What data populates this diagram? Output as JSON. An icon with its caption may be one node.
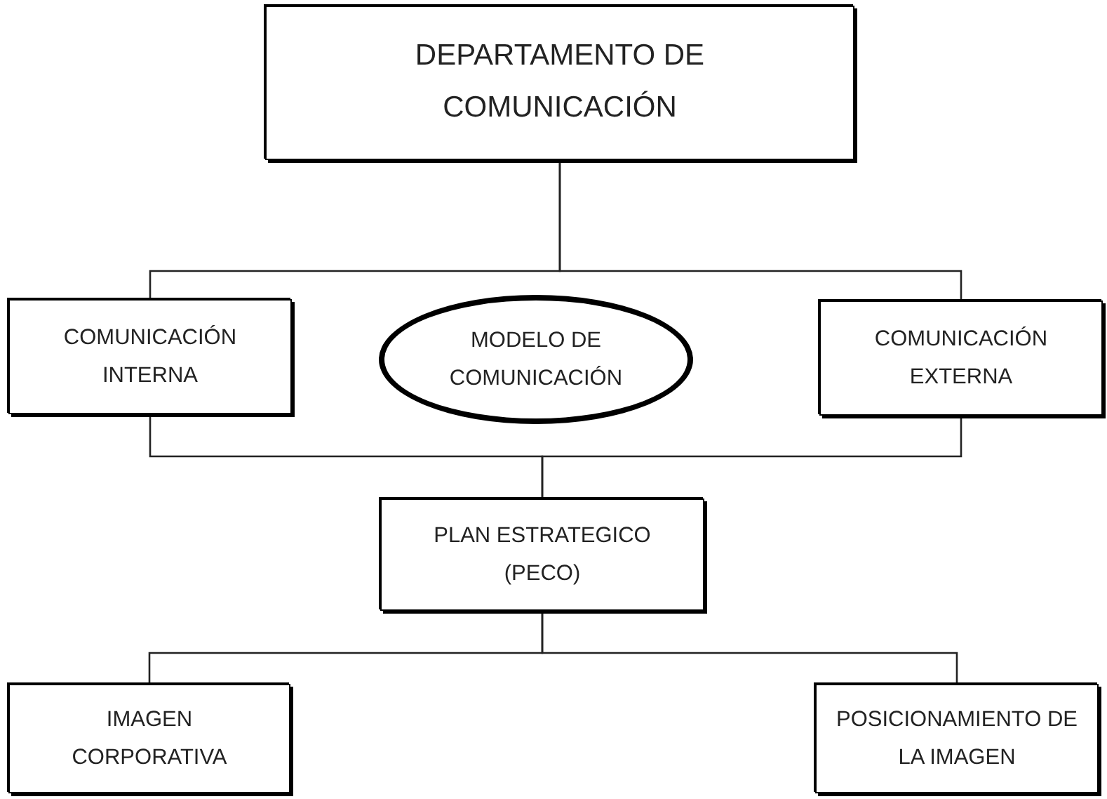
{
  "diagram": {
    "nodes": [
      {
        "text": [
          "DEPARTAMENTO DE COMUNICACIÓN"
        ]
      },
      {
        "text": [
          "COMUNICACIÓN INTERNA"
        ]
      },
      {
        "text": [
          "MODELO DE COMUNICACIÓN"
        ]
      },
      {
        "text": [
          "COMUNICACIÓN EXTERNA"
        ]
      },
      {
        "text": [
          "PLAN ESTRATEGICO (PECO)"
        ]
      },
      {
        "text": [
          "IMAGEN CORPORATIVA"
        ]
      },
      {
        "text": [
          "POSICIONAMIENTO DE LA IMAGEN"
        ]
      }
    ],
    "edges": [
      {
        "from": 0,
        "to": 1,
        "arrow": "none"
      },
      {
        "from": 0,
        "to": 3,
        "arrow": "none"
      },
      {
        "from": 1,
        "to": 4,
        "arrow": "none"
      },
      {
        "from": 3,
        "to": 4,
        "arrow": "none"
      },
      {
        "from": 4,
        "to": 5,
        "arrow": "none"
      },
      {
        "from": 4,
        "to": 6,
        "arrow": "none"
      }
    ]
  }
}
